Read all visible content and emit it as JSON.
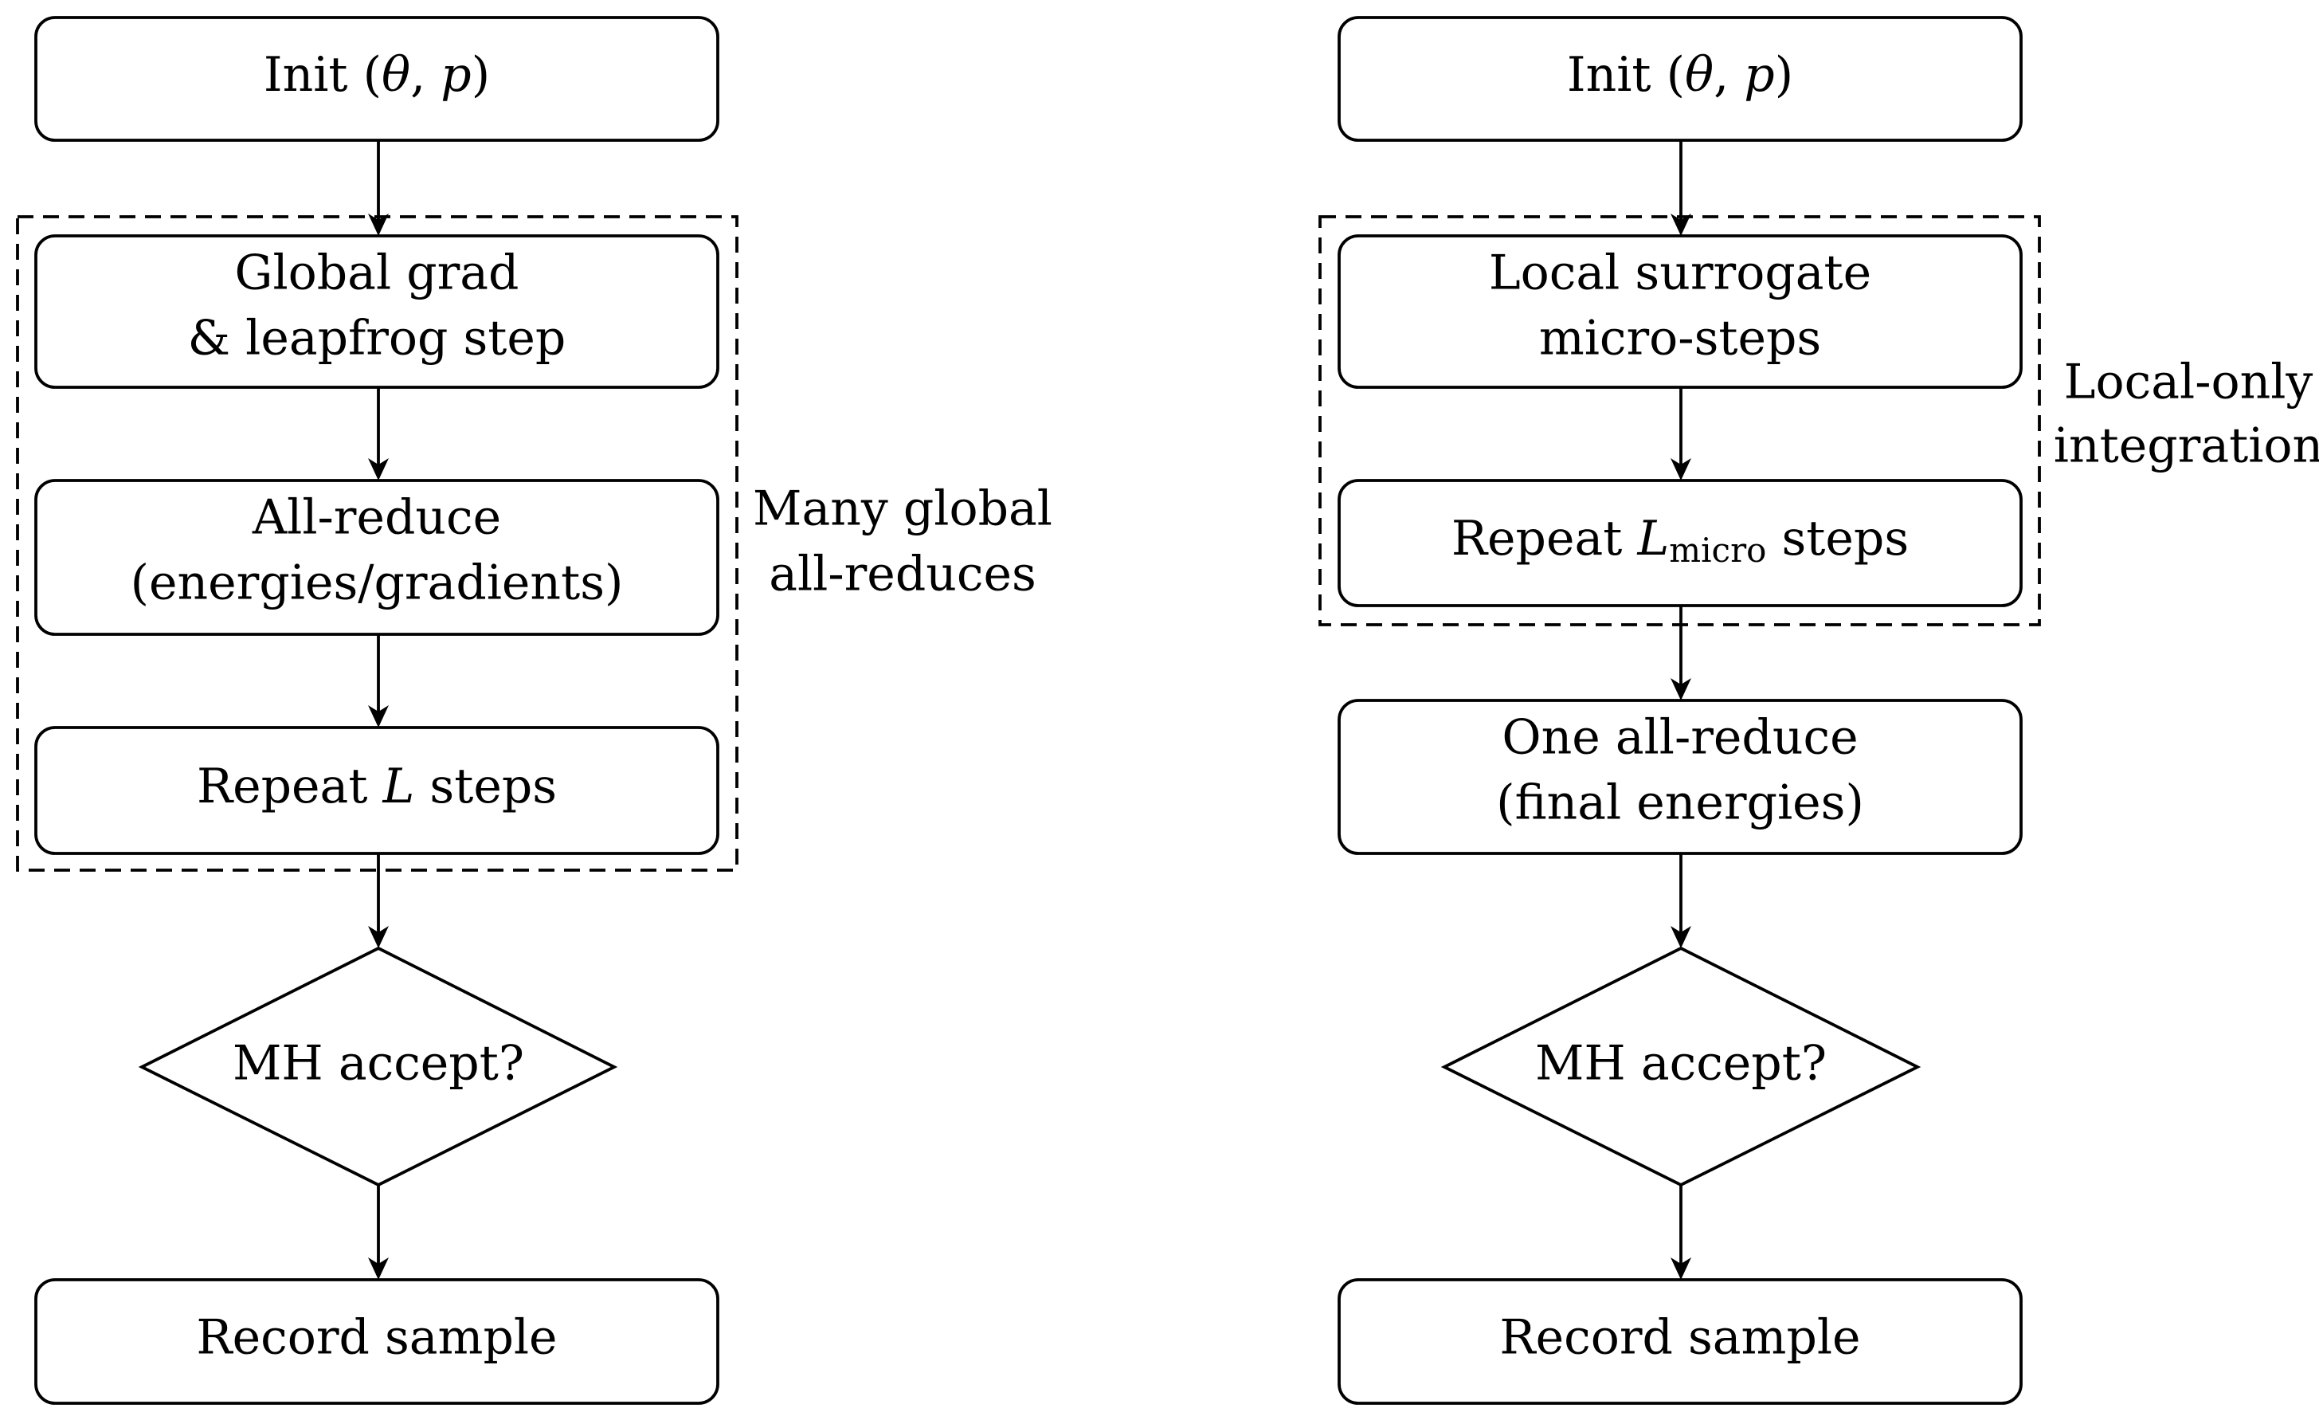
{
  "left_flow": {
    "init": {
      "prefix": "Init (",
      "theta": "θ",
      "sep": ", ",
      "p": "p",
      "suffix": ")"
    },
    "global_grad": [
      "Global grad",
      "& leapfrog step"
    ],
    "all_reduce": [
      "All-reduce",
      "(energies/gradients)"
    ],
    "repeat": {
      "prefix": "Repeat ",
      "var": "L",
      "suffix": " steps"
    },
    "mh_accept": "MH accept?",
    "record": "Record sample",
    "group_note": [
      "Many global",
      "all-reduces"
    ]
  },
  "right_flow": {
    "init": {
      "prefix": "Init (",
      "theta": "θ",
      "sep": ", ",
      "p": "p",
      "suffix": ")"
    },
    "local_surrogate": [
      "Local surrogate",
      "micro-steps"
    ],
    "repeat": {
      "prefix": "Repeat ",
      "var": "L",
      "sub": "micro",
      "suffix": " steps"
    },
    "one_all_reduce": [
      "One all-reduce",
      "(final energies)"
    ],
    "mh_accept": "MH accept?",
    "record": "Record sample",
    "group_note": [
      "Local-only",
      "integration"
    ]
  }
}
